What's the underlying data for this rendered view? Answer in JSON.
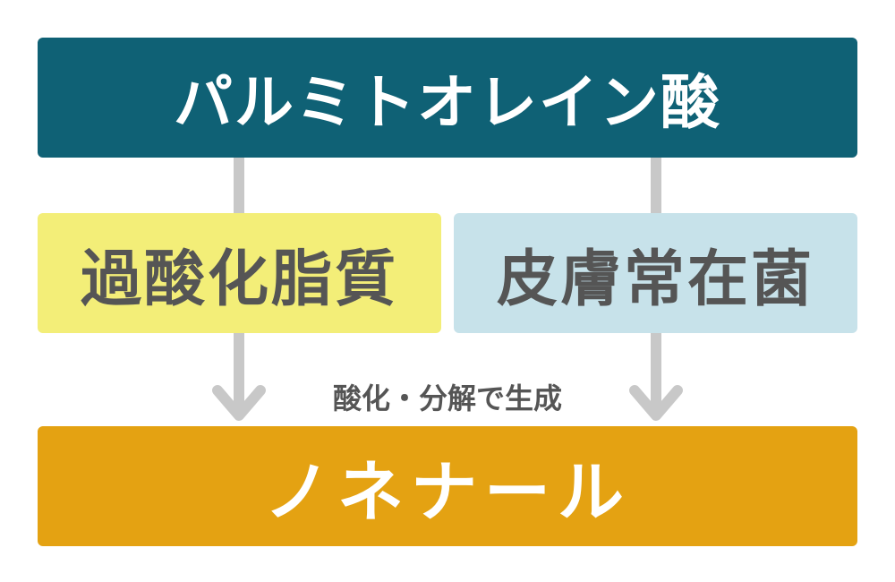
{
  "nodes": {
    "top": {
      "label": "パルミトオレイン酸",
      "bg": "#0f6175",
      "fg": "#ffffff"
    },
    "left": {
      "label": "過酸化脂質",
      "bg": "#f3ee78",
      "fg": "#555555"
    },
    "right": {
      "label": "皮膚常在菌",
      "bg": "#c7e2ea",
      "fg": "#555555"
    },
    "bottom": {
      "label": "ノネナール",
      "bg": "#e4a212",
      "fg": "#ffffff"
    }
  },
  "edge_label": "酸化・分解で生成",
  "colors": {
    "arrow": "#c8c8c8",
    "label_text": "#555555"
  }
}
